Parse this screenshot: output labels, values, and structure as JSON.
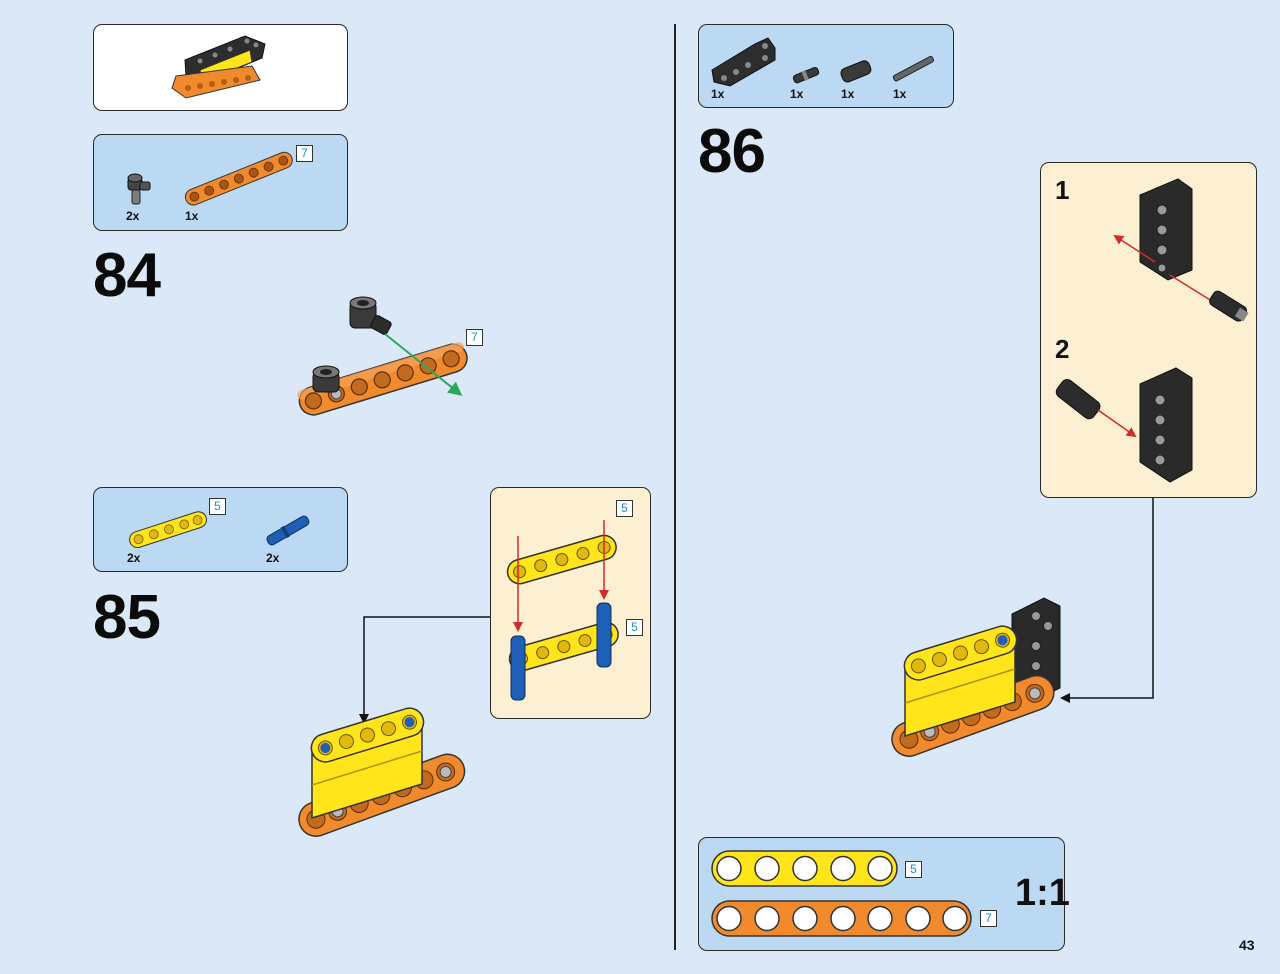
{
  "page_number": "43",
  "colors": {
    "background": "#dbe8f7",
    "parts_panel": "#bcd9f3",
    "sub_panel": "#fdf0d2",
    "beam_orange": "#f08a2c",
    "beam_yellow": "#ffe51a",
    "pin_blue": "#1f5fb5",
    "beam_black": "#2a2a2a",
    "insert_arrow_red": "#d42a2a",
    "insert_arrow_green": "#2aa85a",
    "length_label": "#1b8fc9"
  },
  "steps": [
    {
      "number": "84",
      "parts": [
        {
          "icon": "axle-connector-icon",
          "qty": "2x"
        },
        {
          "icon": "orange-beam-7-icon",
          "qty": "1x",
          "length": "7"
        }
      ],
      "callout_length": "7"
    },
    {
      "number": "85",
      "parts": [
        {
          "icon": "yellow-beam-5-icon",
          "qty": "2x",
          "length": "5"
        },
        {
          "icon": "blue-pin-icon",
          "qty": "2x"
        }
      ],
      "sub_assembly_lengths": [
        "5",
        "5"
      ]
    },
    {
      "number": "86",
      "parts": [
        {
          "icon": "black-l-beam-icon",
          "qty": "1x"
        },
        {
          "icon": "black-axle-pin-icon",
          "qty": "1x"
        },
        {
          "icon": "black-bush-icon",
          "qty": "1x"
        },
        {
          "icon": "grey-axle-icon",
          "qty": "1x"
        }
      ],
      "sub_steps": [
        "1",
        "2"
      ]
    }
  ],
  "scale_reference": {
    "label": "1:1",
    "beams": [
      {
        "color": "yellow",
        "holes": 5,
        "length": "5"
      },
      {
        "color": "orange",
        "holes": 7,
        "length": "7"
      }
    ]
  }
}
